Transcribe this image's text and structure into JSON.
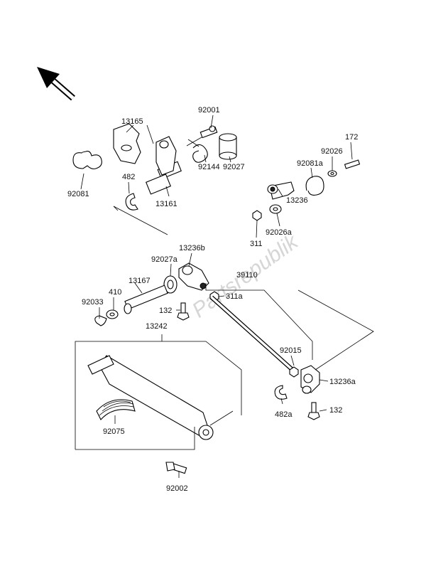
{
  "watermark": "Partsrepublik",
  "labels": {
    "p92081": "92081",
    "p13165": "13165",
    "p92001": "92001",
    "p92027": "92027",
    "p92144": "92144",
    "p482": "482",
    "p13161": "13161",
    "p172": "172",
    "p92026": "92026",
    "p92081a": "92081a",
    "p13236": "13236",
    "p311": "311",
    "p92026a": "92026a",
    "p13236b": "13236b",
    "p92027a": "92027a",
    "p39110": "39110",
    "p13167": "13167",
    "p410": "410",
    "p92033": "92033",
    "p311a": "311a",
    "p132a": "132",
    "p13242": "13242",
    "p92015": "92015",
    "p13236a": "13236a",
    "p482a": "482a",
    "p132b": "132",
    "p92075": "92075",
    "p92002": "92002"
  }
}
